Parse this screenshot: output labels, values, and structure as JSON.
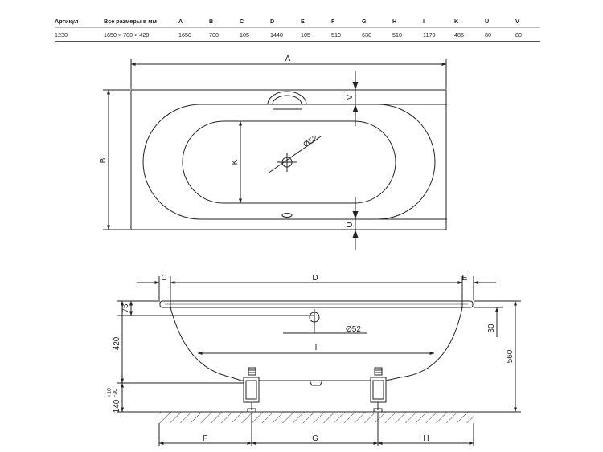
{
  "spec_table": {
    "columns": [
      "Артикул",
      "Все размеры в мм",
      "A",
      "B",
      "C",
      "D",
      "E",
      "F",
      "G",
      "H",
      "I",
      "K",
      "U",
      "V"
    ],
    "values": [
      "1230",
      "1650 × 700 × 420",
      "1650",
      "700",
      "105",
      "1440",
      "105",
      "510",
      "630",
      "510",
      "1170",
      "485",
      "80",
      "80"
    ]
  },
  "top_view": {
    "dim_a": "A",
    "dim_b": "B",
    "dim_k": "K",
    "dim_v": "V",
    "dim_u": "U",
    "drain_diameter": "Ø52"
  },
  "side_view": {
    "dim_c": "C",
    "dim_d": "D",
    "dim_e": "E",
    "dim_i": "I",
    "dim_f": "F",
    "dim_g": "G",
    "dim_h": "H",
    "dim_75": "75",
    "dim_420": "420",
    "dim_140": "140",
    "dim_tol": "+10\n-30",
    "dim_30": "30",
    "dim_560": "560",
    "drain_diameter": "Ø52"
  },
  "colors": {
    "line": "#222222",
    "table_rule": "#bdbdbd",
    "hatch": "#444444"
  }
}
